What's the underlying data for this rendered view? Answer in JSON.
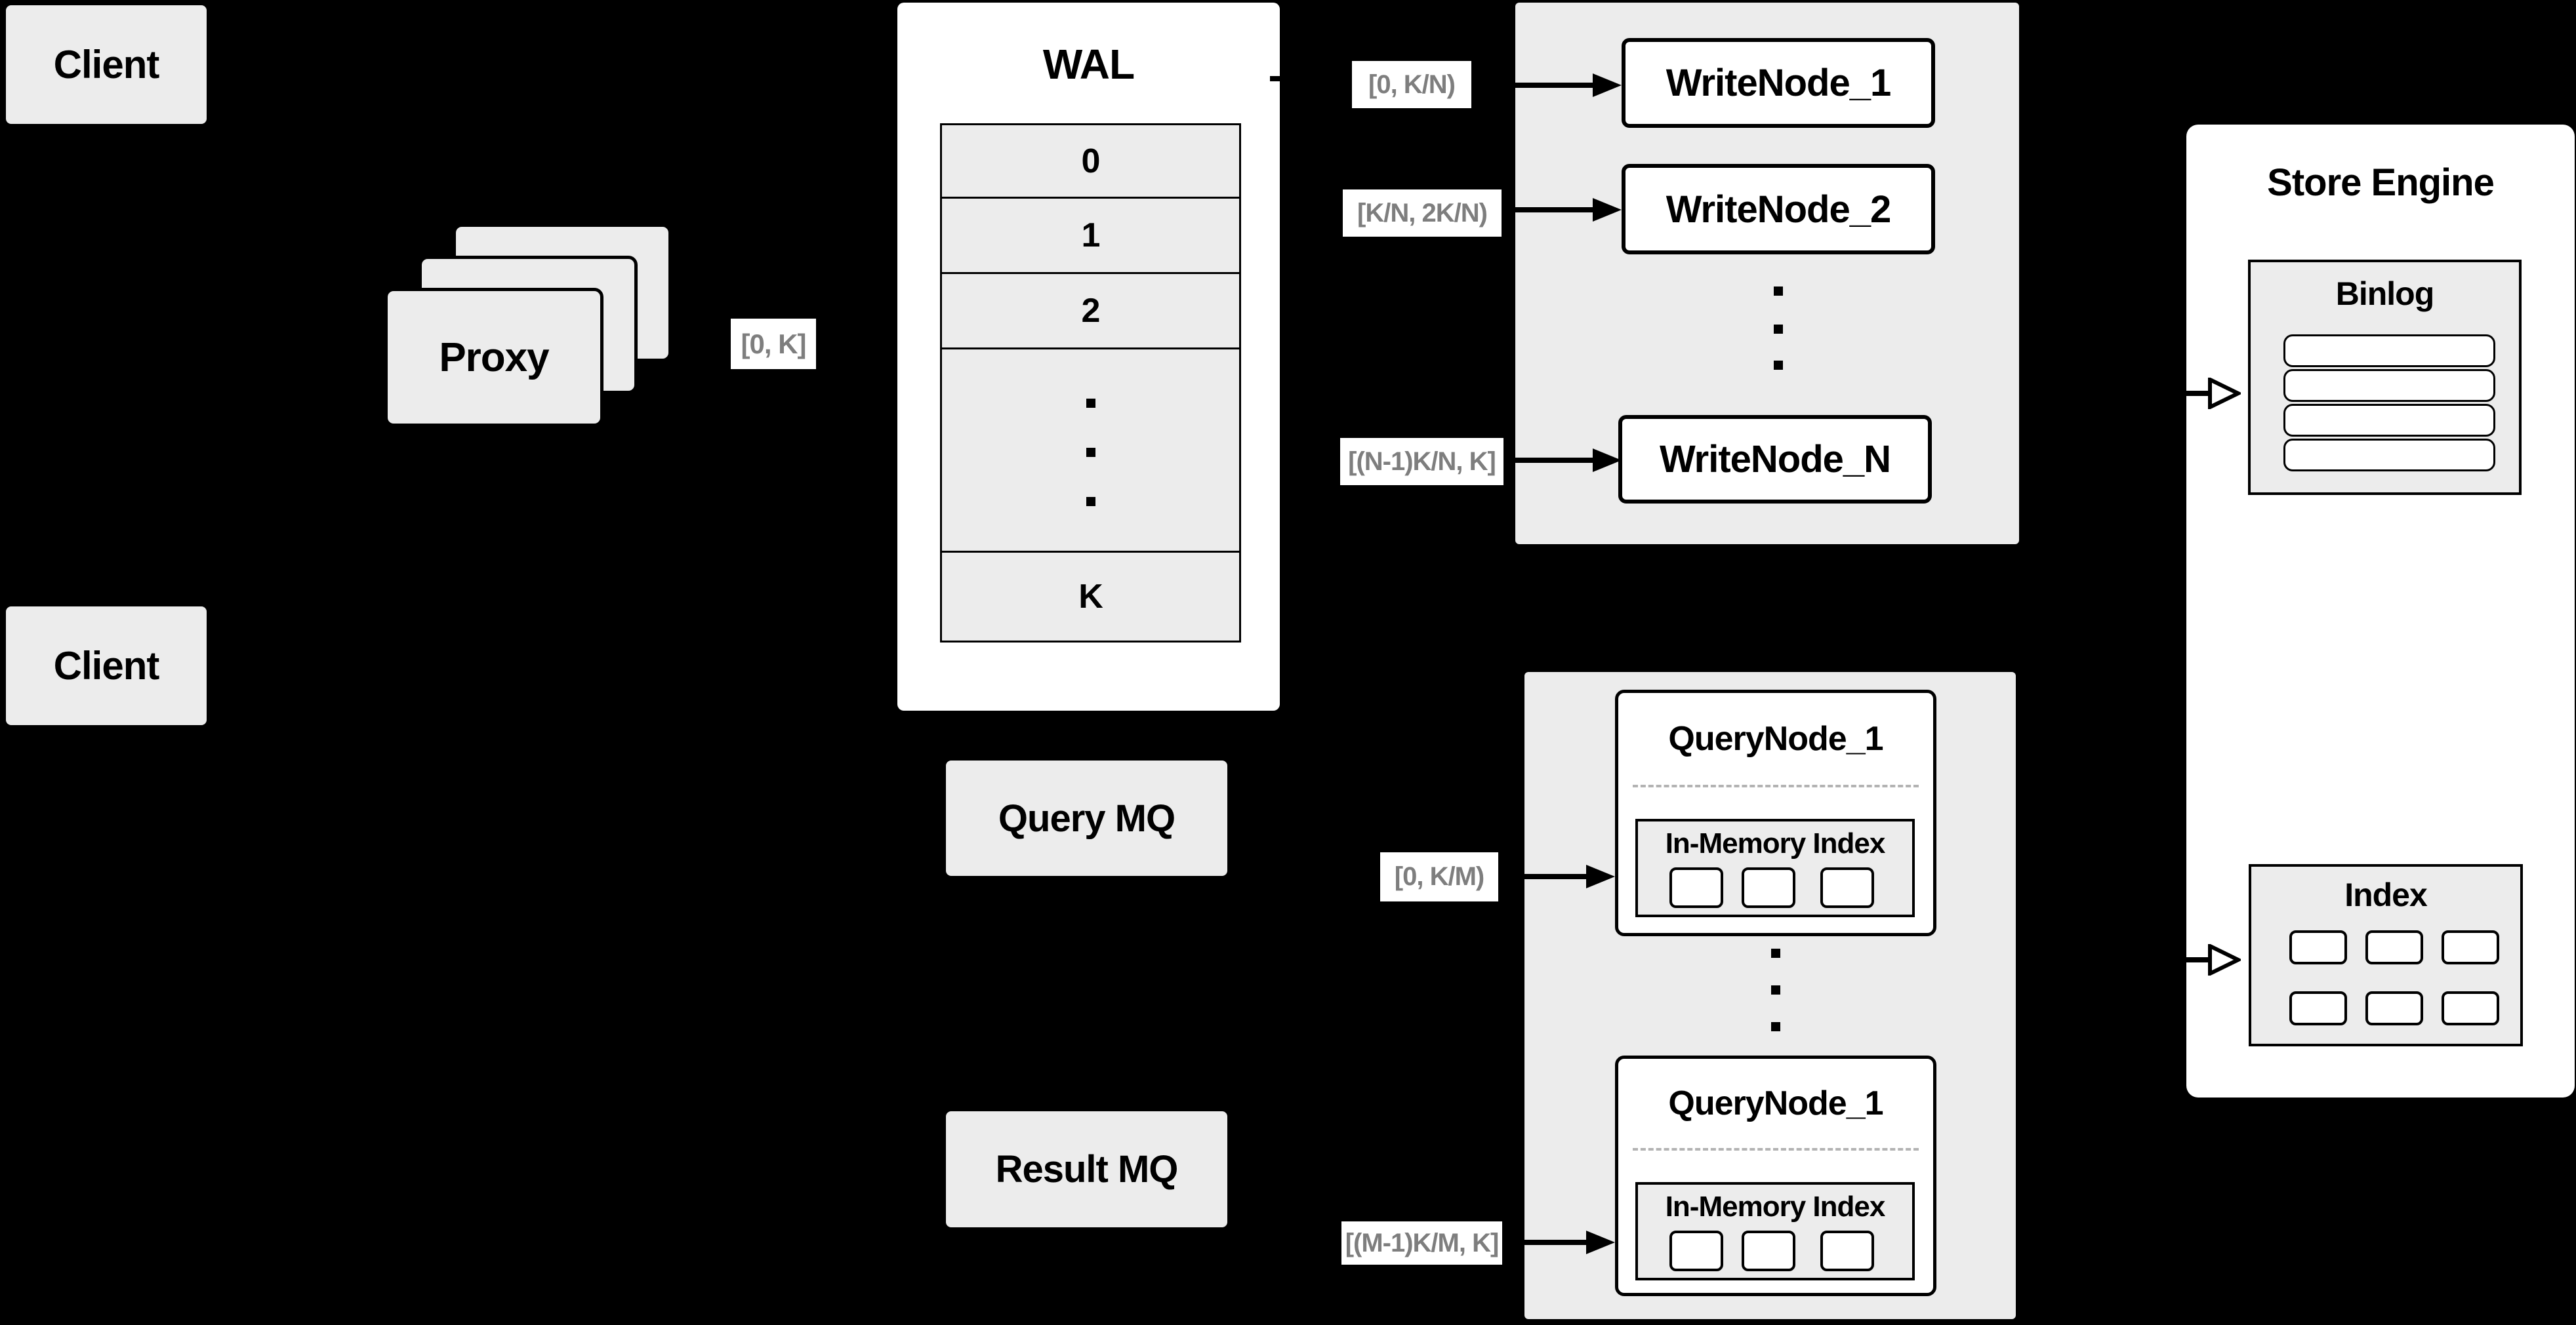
{
  "colors": {
    "background": "#000000",
    "panel_gray": "#ececec",
    "panel_white": "#ffffff",
    "border": "#000000",
    "range_label_text": "#7e7e7e",
    "divider_dashed": "#b3b3b3"
  },
  "client_top": {
    "label": "Client"
  },
  "client_bottom": {
    "label": "Client"
  },
  "proxy": {
    "label": "Proxy",
    "range_label": "[0, K]"
  },
  "wal": {
    "title": "WAL",
    "rows": [
      "0",
      "1",
      "2"
    ],
    "k_row": "K"
  },
  "write_cluster": {
    "ranges": [
      "[0, K/N)",
      "[K/N, 2K/N)",
      "[(N-1)K/N, K]"
    ],
    "nodes": [
      "WriteNode_1",
      "WriteNode_2",
      "WriteNode_N"
    ]
  },
  "store_engine": {
    "title": "Store Engine",
    "binlog_title": "Binlog",
    "index_title": "Index"
  },
  "mq": {
    "query": "Query MQ",
    "result": "Result MQ"
  },
  "query_cluster": {
    "ranges": [
      "[0, K/M)",
      "[(M-1)K/M, K]"
    ],
    "nodes": [
      {
        "title": "QueryNode_1",
        "inmem_title": "In-Memory Index"
      },
      {
        "title": "QueryNode_1",
        "inmem_title": "In-Memory Index"
      }
    ]
  }
}
